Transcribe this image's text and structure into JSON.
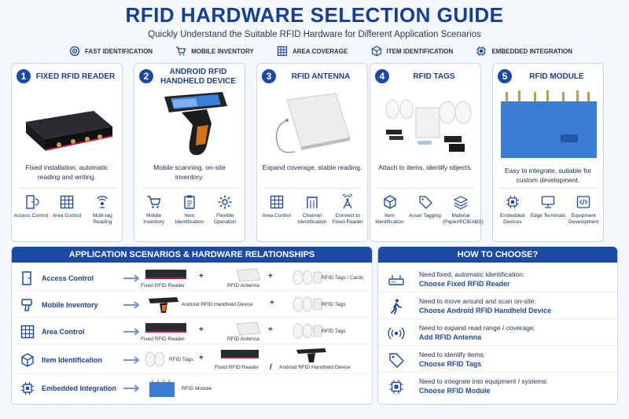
{
  "header": {
    "title": "RFID HARDWARE SELECTION GUIDE",
    "subtitle": "Quickly Understand the Suitable RFID Hardware for Different Application Scenarios"
  },
  "features": [
    {
      "label": "FAST IDENTIFICATION",
      "icon": "target-icon"
    },
    {
      "label": "MOBILE INVENTORY",
      "icon": "cart-icon"
    },
    {
      "label": "AREA COVERAGE",
      "icon": "grid-icon"
    },
    {
      "label": "ITEM IDENTIFICATION",
      "icon": "box-icon"
    },
    {
      "label": "EMBEDDED INTEGRATION",
      "icon": "chip-icon"
    }
  ],
  "cards": [
    {
      "num": "1",
      "title": "FIXED RFID READER",
      "desc": "Fixed installation, automatic reading and writing.",
      "feats": [
        "Access Control",
        "Area Control",
        "Multi-tag Reading"
      ]
    },
    {
      "num": "2",
      "title": "ANDROID RFID HANDHELD DEVICE",
      "desc": "Mobile scanning, on-site inventory.",
      "feats": [
        "Mobile Inventory",
        "Item Identification",
        "Flexible Operation"
      ]
    },
    {
      "num": "3",
      "title": "RFID ANTENNA",
      "desc": "Expand coverage, stable reading.",
      "feats": [
        "Area Control",
        "Channel Identification",
        "Connect to Fixed Reader"
      ]
    },
    {
      "num": "4",
      "title": "RFID TAGS",
      "desc": "Attach to items, identify objects.",
      "feats": [
        "Item Identification",
        "Asset Tagging",
        "Material (Paper/PCB/ABS)"
      ]
    },
    {
      "num": "5",
      "title": "RFID MODULE",
      "desc": "Easy to integrate, suitable for custom development.",
      "feats": [
        "Embedded Devices",
        "Edge Terminals",
        "Equipment Development"
      ]
    }
  ],
  "scenarios": {
    "heading": "APPLICATION SCENARIOS & HARDWARE RELATIONSHIPS",
    "rows": [
      {
        "name": "Access Control",
        "items": [
          "Fixed RFID Reader",
          "RFID Antenna",
          "RFID Tags / Cards"
        ],
        "seps": [
          "+",
          "+"
        ]
      },
      {
        "name": "Mobile Inventory",
        "items": [
          "Android RFID Handheld Device",
          "RFID Tags"
        ],
        "seps": [
          "+"
        ]
      },
      {
        "name": "Area Control",
        "items": [
          "Fixed RFID Reader",
          "RFID Antenna",
          "RFID Tags"
        ],
        "seps": [
          "+",
          "+"
        ]
      },
      {
        "name": "Item Identification",
        "items": [
          "RFID Tags",
          "Fixed RFID Reader",
          "Android RFID Handheld Device"
        ],
        "seps": [
          "+",
          "/"
        ]
      },
      {
        "name": "Embedded Integration",
        "items": [
          "RFID Module"
        ],
        "seps": []
      }
    ]
  },
  "choose": {
    "heading": "HOW TO CHOOSE?",
    "rows": [
      {
        "q": "Need fixed, automatic identification:",
        "a": "Choose Fixed RFID Reader"
      },
      {
        "q": "Need to move around and scan on-site:",
        "a": "Choose Android RFID Handheld Device"
      },
      {
        "q": "Need to expand read range / coverage:",
        "a": "Add RFID Antenna"
      },
      {
        "q": "Need to identify items:",
        "a": "Choose RFID Tags"
      },
      {
        "q": "Need to integrate into equipment / systems:",
        "a": "Choose RFID Module"
      }
    ]
  },
  "colors": {
    "primary": "#1c4aa3",
    "title": "#163f91",
    "reader_accent": "#c0143c",
    "module": "#3a7bd5"
  }
}
